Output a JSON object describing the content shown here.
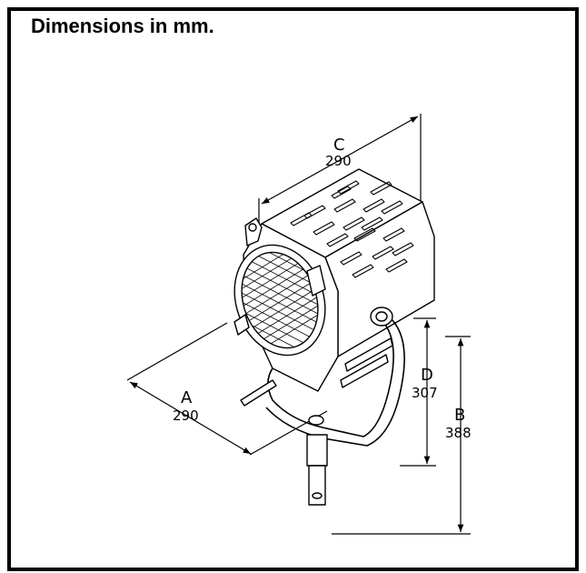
{
  "title": "Dimensions in mm.",
  "dimensions": {
    "A": {
      "letter": "A",
      "value": "290"
    },
    "B": {
      "letter": "B",
      "value": "388"
    },
    "C": {
      "letter": "C",
      "value": "290"
    },
    "D": {
      "letter": "D",
      "value": "307"
    }
  },
  "colors": {
    "line": "#000000",
    "background": "#ffffff"
  }
}
